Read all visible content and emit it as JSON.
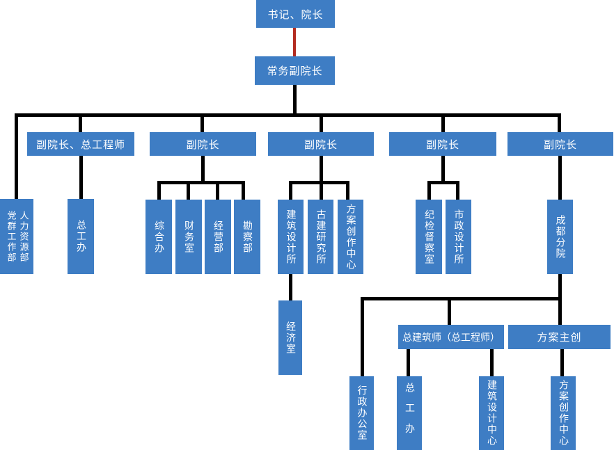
{
  "colors": {
    "node_fill": "#3E7DC4",
    "node_text": "#FFFFFF",
    "connector": "#000000",
    "top_connector_red": "#B32B20",
    "background": "#FFFFFF"
  },
  "org": {
    "root": "书记、院长",
    "executive": "常务副院长",
    "staff_box": {
      "left_col": "党群工作部",
      "right_col": "人力资源部"
    },
    "branches": [
      {
        "head": "副院长、总工程师",
        "children": [
          "总工办"
        ]
      },
      {
        "head": "副院长",
        "children": [
          "综合办",
          "财务室",
          "经营部",
          "勘察部"
        ]
      },
      {
        "head": "副院长",
        "children": [
          "建筑设计所",
          "古建研究所",
          "方案创作中心"
        ],
        "grandchild": "经济室"
      },
      {
        "head": "副院长",
        "children": [
          "纪检督察室",
          "市政设计所"
        ]
      },
      {
        "head": "副院长",
        "children": [
          "成都分院"
        ]
      }
    ],
    "chengdu": {
      "direct_child": "行政办公室",
      "sub_heads": [
        "总建筑师（总工程师）",
        "方案主创"
      ],
      "chief_children": [
        "总工办",
        "建筑设计中心"
      ],
      "creative_children": [
        "方案创作中心"
      ]
    }
  }
}
